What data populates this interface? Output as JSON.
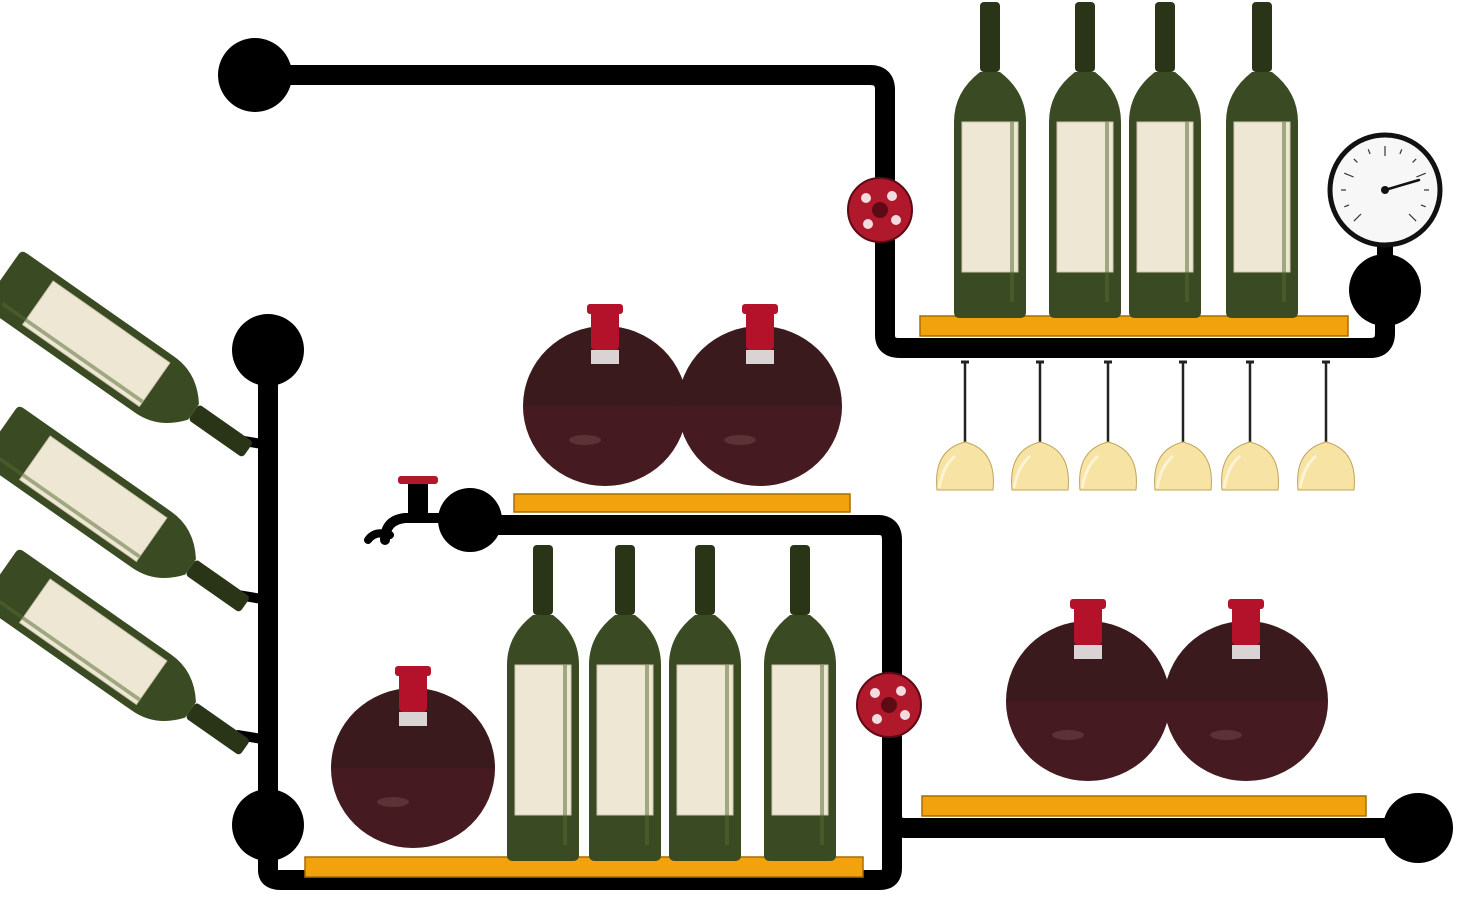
{
  "colors": {
    "pipe": "#000000",
    "shelf": "#f2a20c",
    "bottle_glass": "#3a4a22",
    "bottle_label": "#ede7d4",
    "jug_wine": "#3b1a1e",
    "jug_cap": "#b3122a",
    "valve_handle": "#b0182c",
    "wine_glass_liquid": "#f7e3a4",
    "background": "#ffffff"
  },
  "scene": {
    "upper_shelf_bottles": 4,
    "hanging_wine_glasses": 6,
    "middle_shelf_jugs": 2,
    "lower_shelf_bottles": 4,
    "lower_shelf_jugs": 1,
    "right_shelf_jugs": 2,
    "angled_side_bottles": 3,
    "valve_handles": 2,
    "pressure_gauges": 1,
    "faucets": 1
  },
  "icons": {
    "valve": "valve-handle-icon",
    "gauge": "pressure-gauge-icon",
    "faucet": "faucet-icon"
  }
}
